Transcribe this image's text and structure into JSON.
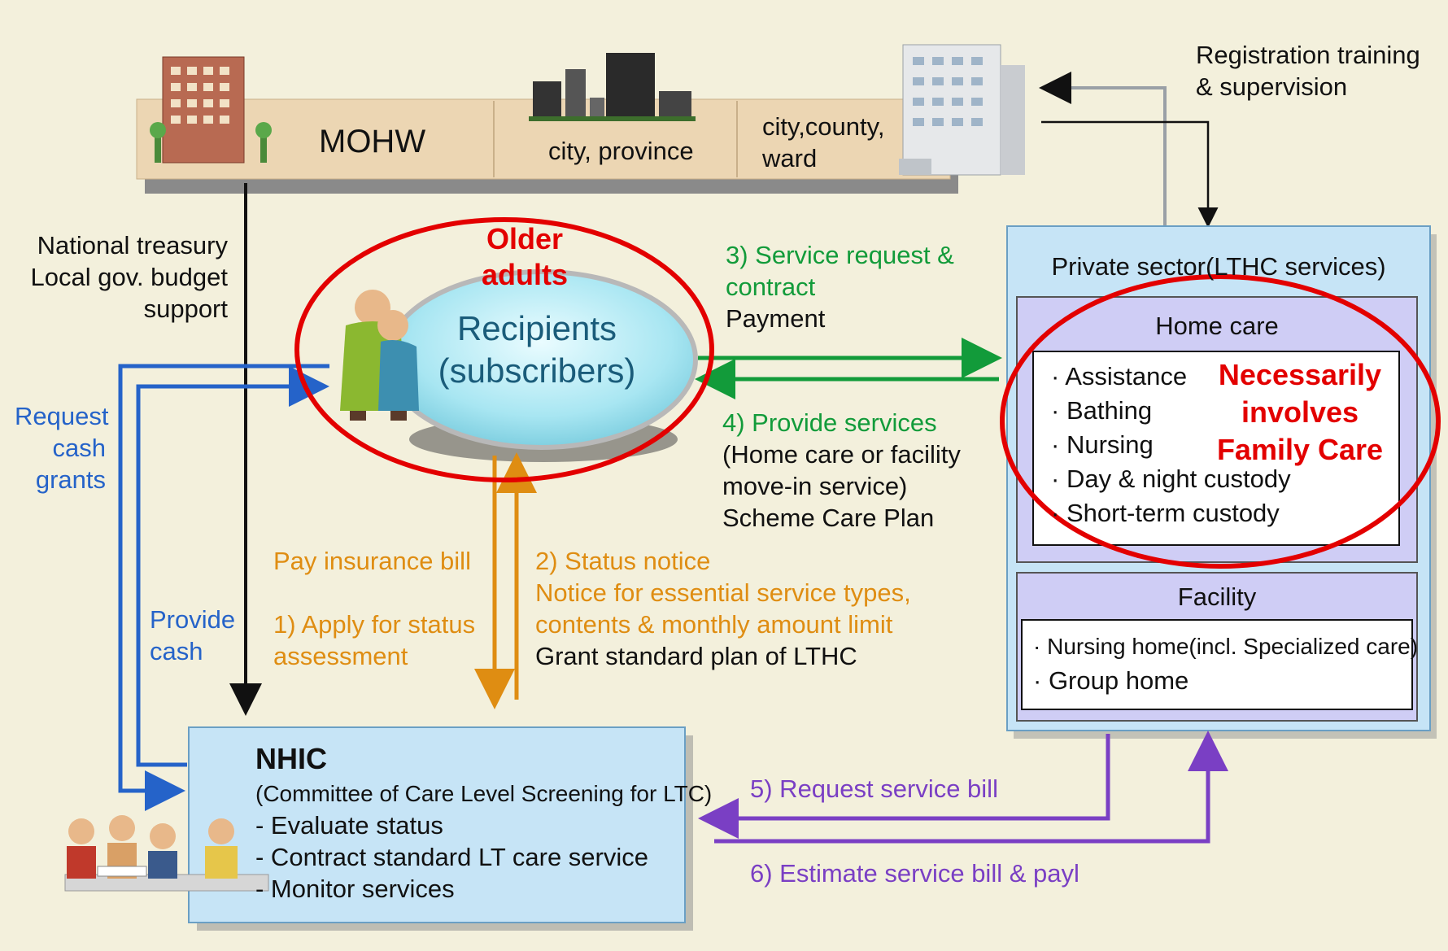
{
  "government": {
    "mohw": "MOHW",
    "city_province": "city, province",
    "city_county_ward": [
      "city,county,",
      "ward"
    ],
    "registration": [
      "Registration training",
      "& supervision"
    ]
  },
  "left_labels": {
    "treasury": [
      "National treasury",
      "Local gov. budget",
      "support"
    ],
    "request_cash": [
      "Request",
      "cash",
      "grants"
    ],
    "provide_cash": [
      "Provide",
      "cash"
    ]
  },
  "recipients": {
    "title": [
      "Recipients",
      "(subscribers)"
    ],
    "annotation": [
      "Older",
      "adults"
    ]
  },
  "flows": {
    "service_request": [
      "3) Service request &",
      "contract"
    ],
    "payment": "Payment",
    "provide_services": "4) Provide services",
    "provide_services_detail": [
      "(Home care or facility",
      "move-in service)",
      "Scheme Care Plan"
    ],
    "pay_insurance": "Pay insurance bill",
    "apply_status": [
      "1) Apply for status",
      "assessment"
    ],
    "status_notice": [
      "2) Status notice",
      "Notice for essential service types,",
      "contents & monthly amount limit"
    ],
    "grant_plan": "Grant standard plan of LTHC",
    "request_bill": "5) Request service bill",
    "estimate_bill": "6) Estimate service bill & payl"
  },
  "private_sector": {
    "title": "Private sector(LTHC services)",
    "home_care": {
      "title": "Home care",
      "items": [
        "Assistance",
        "Bathing",
        "Nursing",
        "Day & night custody",
        "Short-term custody"
      ]
    },
    "facility": {
      "title": "Facility",
      "items": [
        "Nursing home(incl. Specialized care)",
        "Group home"
      ]
    },
    "annotation": [
      "Necessarily",
      "involves",
      "Family Care"
    ]
  },
  "nhic": {
    "title": "NHIC",
    "subtitle": "(Committee of Care Level Screening for LTC)",
    "items": [
      "- Evaluate status",
      "- Contract standard LT care service",
      "- Monitor services"
    ]
  },
  "colors": {
    "green": "#129b3a",
    "orange": "#df8d12",
    "blue": "#2563c9",
    "purple": "#7a3fc4",
    "red": "#e30000",
    "box_blue": "#c6e4f6",
    "box_lavender": "#cfcdf5"
  },
  "icons": [
    "office-building-icon",
    "city-skyline-icon",
    "hospital-building-icon",
    "elderly-couple-icon",
    "meeting-people-icon"
  ]
}
